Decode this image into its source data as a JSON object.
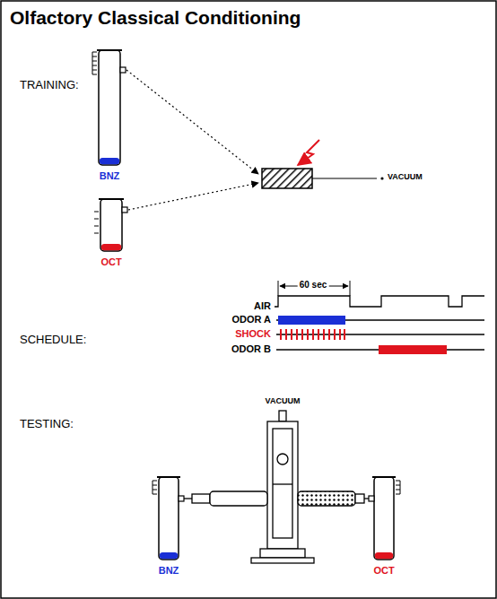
{
  "diagram": {
    "title": "Olfactory Classical Conditioning",
    "nodes": [
      {
        "text": [
          "BNZ"
        ]
      },
      {
        "text": [
          "OCT"
        ]
      },
      {
        "text": [
          "BNZ"
        ]
      },
      {
        "text": [
          "OCT"
        ]
      }
    ],
    "labels": [
      "TRAINING:",
      "VACUUM",
      "SCHEDULE:",
      "60 sec",
      "AIR",
      "ODOR A",
      "SHOCK",
      "ODOR B",
      "TESTING:",
      "VACUUM"
    ]
  }
}
